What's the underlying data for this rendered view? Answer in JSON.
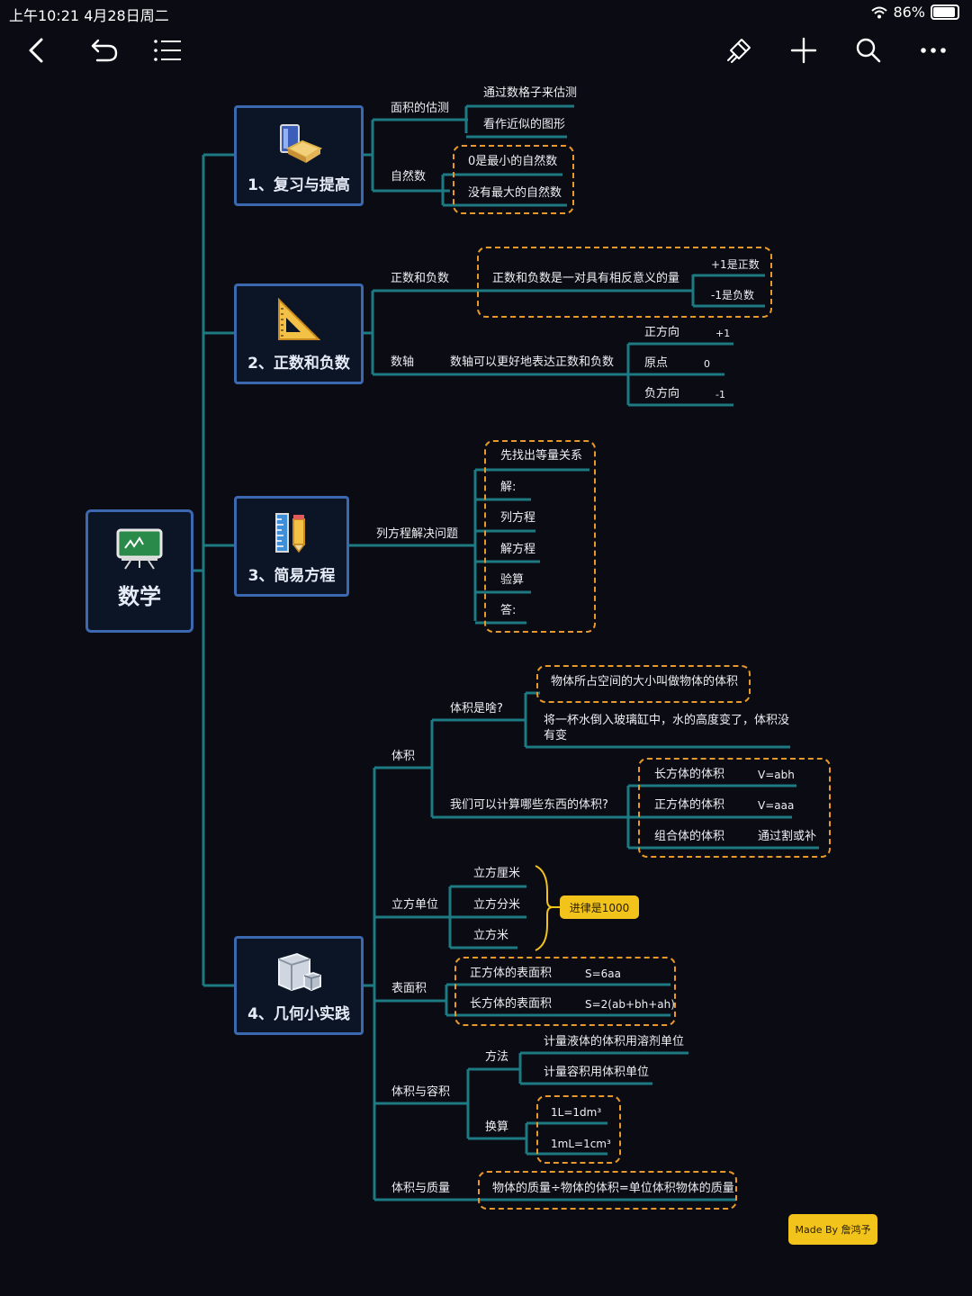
{
  "status": {
    "time": "上午10:21   4月28日周二",
    "battery": "86%"
  },
  "toolbar": {
    "back": "back-icon",
    "undo": "undo-icon",
    "outline": "list-icon",
    "style": "brush-icon",
    "add": "plus-icon",
    "search": "search-icon",
    "more": "more-icon"
  },
  "root": {
    "label": "数学"
  },
  "topics": [
    {
      "label": "1、复习与提高"
    },
    {
      "label": "2、正数和负数"
    },
    {
      "label": "3、简易方程"
    },
    {
      "label": "4、几何小实践"
    }
  ],
  "t1": {
    "area": "面积的估测",
    "area_items": [
      "通过数格子来估测",
      "看作近似的图形"
    ],
    "natural": "自然数",
    "natural_items": [
      "0是最小的自然数",
      "没有最大的自然数"
    ]
  },
  "t2": {
    "posneg": "正数和负数",
    "posneg_desc": "正数和负数是一对具有相反意义的量",
    "posneg_items": [
      "+1是正数",
      "-1是负数"
    ],
    "axis": "数轴",
    "axis_desc": "数轴可以更好地表达正数和负数",
    "axis_rows": [
      {
        "label": "正方向",
        "value": "+1"
      },
      {
        "label": "原点",
        "value": "0"
      },
      {
        "label": "负方向",
        "value": "-1"
      }
    ]
  },
  "t3": {
    "solve": "列方程解决问题",
    "steps": [
      "先找出等量关系",
      "解:",
      "列方程",
      "解方程",
      "验算",
      "答:"
    ]
  },
  "t4": {
    "volume": "体积",
    "what": "体积是啥?",
    "what_items": [
      "物体所占空间的大小叫做物体的体积",
      "将一杯水倒入玻璃缸中，水的高度变了，体积没",
      "有变"
    ],
    "which": "我们可以计算哪些东西的体积?",
    "which_rows": [
      {
        "label": "长方体的体积",
        "value": "V=abh"
      },
      {
        "label": "正方体的体积",
        "value": "V=aaa"
      },
      {
        "label": "组合体的体积",
        "value": "通过割或补"
      }
    ],
    "unit": "立方单位",
    "unit_items": [
      "立方厘米",
      "立方分米",
      "立方米"
    ],
    "unit_note": "进律是1000",
    "surface": "表面积",
    "surface_rows": [
      {
        "label": "正方体的表面积",
        "value": "S=6aa"
      },
      {
        "label": "长方体的表面积",
        "value": "S=2(ab+bh+ah)"
      }
    ],
    "capacity": "体积与容积",
    "method": "方法",
    "method_items": [
      "计量液体的体积用溶剂单位",
      "计量容积用体积单位"
    ],
    "convert": "换算",
    "convert_items": [
      "1L=1dm³",
      "1mL=1cm³"
    ],
    "mass": "体积与质量",
    "mass_desc": "物体的质量÷物体的体积=单位体积物体的质量"
  },
  "footer": {
    "credit": "Made By 詹鸿予"
  },
  "colors": {
    "line": "#1e7a82",
    "topic_border": "#3c68b0",
    "dash": "#e79a2a",
    "pill": "#f2c31a"
  }
}
